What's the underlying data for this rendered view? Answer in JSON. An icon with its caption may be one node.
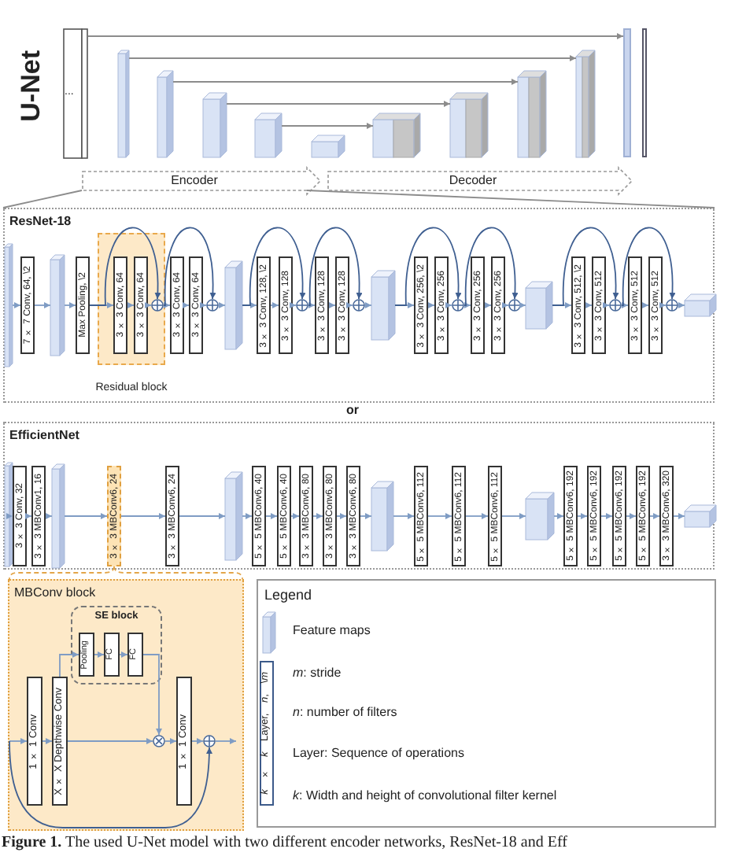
{
  "diagram": {
    "caption": "**Figure 1.** The used U-Net model with two different encoder networks, ResNet-18 and Eff",
    "nodes": [
      {
        "text": [
          "..."
        ]
      },
      {
        "text": [],
        "shape": "box"
      },
      {
        "text": [],
        "shape": "box"
      },
      {
        "text": [],
        "shape": "box"
      },
      {
        "text": [],
        "shape": "box"
      },
      {
        "text": [],
        "shape": "box"
      },
      {
        "text": [],
        "shape": "box"
      },
      {
        "text": [],
        "shape": "box"
      },
      {
        "text": [],
        "shape": "box"
      },
      {
        "text": [],
        "shape": "box"
      },
      {
        "text": [],
        "shape": "box"
      },
      {
        "text": [],
        "shape": "box"
      },
      {
        "text": [
          "Encoder"
        ]
      },
      {
        "text": [
          "Decoder"
        ]
      },
      {
        "text": [
          "ResNet-18"
        ]
      },
      {
        "text": [],
        "shape": "box",
        "in": 14
      },
      {
        "text": [
          "7 × 7 Conv, 64, \\2"
        ],
        "in": 14
      },
      {
        "text": [],
        "shape": "box",
        "in": 14
      },
      {
        "text": [
          "Max Pooling, \\2"
        ],
        "in": 14
      },
      {
        "text": [
          "Residual block"
        ],
        "in": 14
      },
      {
        "text": [
          "3 × 3 Conv, 64"
        ],
        "in": 19
      },
      {
        "text": [
          "3 × 3 Conv, 64"
        ],
        "in": 19
      },
      {
        "text": [],
        "shape": "circle",
        "in": 19
      },
      {
        "text": [
          "3 × 3 Conv, 64"
        ],
        "in": 14
      },
      {
        "text": [
          "3 × 3 Conv, 64"
        ],
        "in": 14
      },
      {
        "text": [],
        "shape": "circle",
        "in": 14
      },
      {
        "text": [],
        "shape": "box",
        "in": 14
      },
      {
        "text": [
          "3 × 3 Conv, 128, \\2"
        ],
        "in": 14
      },
      {
        "text": [
          "3 × 3 Conv, 128"
        ],
        "in": 14
      },
      {
        "text": [],
        "shape": "circle",
        "in": 14
      },
      {
        "text": [
          "3 × 3 Conv, 128"
        ],
        "in": 14
      },
      {
        "text": [
          "3 × 3 Conv, 128"
        ],
        "in": 14
      },
      {
        "text": [],
        "shape": "circle",
        "in": 14
      },
      {
        "text": [],
        "shape": "box",
        "in": 14
      },
      {
        "text": [
          "3 × 3 Conv, 256, \\2"
        ],
        "in": 14
      },
      {
        "text": [
          "3 × 3 Conv, 256"
        ],
        "in": 14
      },
      {
        "text": [],
        "shape": "circle",
        "in": 14
      },
      {
        "text": [
          "3 × 3 Conv, 256"
        ],
        "in": 14
      },
      {
        "text": [
          "3 × 3 Conv, 256"
        ],
        "in": 14
      },
      {
        "text": [],
        "shape": "circle",
        "in": 14
      },
      {
        "text": [],
        "shape": "box",
        "in": 14
      },
      {
        "text": [
          "3 × 3 Conv, 512, \\2"
        ],
        "in": 14
      },
      {
        "text": [
          "3 × 3 Conv, 512"
        ],
        "in": 14
      },
      {
        "text": [],
        "shape": "circle",
        "in": 14
      },
      {
        "text": [
          "3 × 3 Conv, 512"
        ],
        "in": 14
      },
      {
        "text": [
          "3 × 3 Conv, 512"
        ],
        "in": 14
      },
      {
        "text": [],
        "shape": "circle",
        "in": 14
      },
      {
        "text": [],
        "shape": "box",
        "in": 14
      },
      {
        "text": [
          "EfficientNet"
        ]
      },
      {
        "text": [],
        "shape": "box",
        "in": 48
      },
      {
        "text": [
          "3 × 3 Conv, 32"
        ],
        "in": 48
      },
      {
        "text": [
          "3 × 3 MBConv1, 16"
        ],
        "in": 48
      },
      {
        "text": [],
        "shape": "box",
        "in": 48
      },
      {
        "text": [
          "3 × 3 MBConv6, 24"
        ],
        "in": 48
      },
      {
        "text": [
          "3 × 3 MBConv6, 24"
        ],
        "in": 48
      },
      {
        "text": [],
        "shape": "box",
        "in": 48
      },
      {
        "text": [
          "5 × 5 MBConv6, 40"
        ],
        "in": 48
      },
      {
        "text": [
          "5 × 5 MBConv6, 40"
        ],
        "in": 48
      },
      {
        "text": [
          "3 × 3 MBConv6, 80"
        ],
        "in": 48
      },
      {
        "text": [
          "3 × 3 MBConv6, 80"
        ],
        "in": 48
      },
      {
        "text": [
          "3 × 3 MBConv6, 80"
        ],
        "in": 48
      },
      {
        "text": [],
        "shape": "box",
        "in": 48
      },
      {
        "text": [
          "5 × 5 MBConv6, 112"
        ],
        "in": 48
      },
      {
        "text": [
          "5 × 5 MBConv6, 112"
        ],
        "in": 48
      },
      {
        "text": [
          "5 × 5 MBConv6, 112"
        ],
        "in": 48
      },
      {
        "text": [],
        "shape": "box",
        "in": 48
      },
      {
        "text": [
          "5 × 5 MBConv6, 192"
        ],
        "in": 48
      },
      {
        "text": [
          "5 × 5 MBConv6, 192"
        ],
        "in": 48
      },
      {
        "text": [
          "5 × 5 MBConv6, 192"
        ],
        "in": 48
      },
      {
        "text": [
          "5 × 5 MBConv6, 192"
        ],
        "in": 48
      },
      {
        "text": [
          "3 × 3 MBConv6, 320"
        ],
        "in": 48
      },
      {
        "text": [],
        "shape": "box",
        "in": 48
      },
      {
        "text": [
          "MBConv block"
        ]
      },
      {
        "text": [
          "SE block"
        ],
        "in": 72
      },
      {
        "text": [
          "Pooling"
        ],
        "in": 73
      },
      {
        "text": [
          "FC"
        ],
        "in": 73
      },
      {
        "text": [
          "FC"
        ],
        "in": 73
      },
      {
        "text": [
          "1 × 1 Conv"
        ],
        "in": 72
      },
      {
        "text": [
          "X × X Depthwise Conv"
        ],
        "in": 72
      },
      {
        "text": [],
        "shape": "circle",
        "in": 72
      },
      {
        "text": [
          "1 × 1 Conv"
        ],
        "in": 72
      },
      {
        "text": [],
        "shape": "circle",
        "in": 72
      },
      {
        "text": [
          "Legend"
        ]
      },
      {
        "text": [
          "*k* × *k* Layer, *n*, \\*m*"
        ],
        "in": 82
      }
    ],
    "edges": [
      {
        "from": 0,
        "to": 10,
        "arrow": "to",
        "color": "#8c8c8c"
      },
      {
        "from": 1,
        "to": 9,
        "arrow": "to",
        "color": "#8c8c8c"
      },
      {
        "from": 2,
        "to": 8,
        "arrow": "to",
        "color": "#8c8c8c"
      },
      {
        "from": 3,
        "to": 7,
        "arrow": "to",
        "color": "#8c8c8c"
      },
      {
        "from": 4,
        "to": 6,
        "arrow": "to",
        "color": "#8c8c8c"
      },
      {
        "from": 12,
        "to": 14,
        "arrow": "none",
        "color": "#8c8c8c"
      },
      {
        "from": 12,
        "to": 14,
        "arrow": "none",
        "color": "#8c8c8c"
      },
      {
        "from": 15,
        "to": 16,
        "arrow": "to"
      },
      {
        "from": 16,
        "to": 17,
        "arrow": "to"
      },
      {
        "from": 17,
        "to": 18,
        "arrow": "to"
      },
      {
        "from": 18,
        "to": 20,
        "arrow": "to"
      },
      {
        "from": 20,
        "to": 21,
        "arrow": "to"
      },
      {
        "from": 21,
        "to": 22,
        "arrow": "to"
      },
      {
        "from": 22,
        "to": 23,
        "arrow": "to"
      },
      {
        "from": 23,
        "to": 24,
        "arrow": "to"
      },
      {
        "from": 24,
        "to": 25,
        "arrow": "to"
      },
      {
        "from": 25,
        "to": 26,
        "arrow": "to"
      },
      {
        "from": 26,
        "to": 27,
        "arrow": "to"
      },
      {
        "from": 27,
        "to": 28,
        "arrow": "to"
      },
      {
        "from": 28,
        "to": 29,
        "arrow": "to"
      },
      {
        "from": 29,
        "to": 30,
        "arrow": "to"
      },
      {
        "from": 30,
        "to": 31,
        "arrow": "to"
      },
      {
        "from": 31,
        "to": 32,
        "arrow": "to"
      },
      {
        "from": 32,
        "to": 33,
        "arrow": "to"
      },
      {
        "from": 33,
        "to": 34,
        "arrow": "to"
      },
      {
        "from": 34,
        "to": 35,
        "arrow": "to"
      },
      {
        "from": 35,
        "to": 36,
        "arrow": "to"
      },
      {
        "from": 36,
        "to": 37,
        "arrow": "to"
      },
      {
        "from": 37,
        "to": 38,
        "arrow": "to"
      },
      {
        "from": 38,
        "to": 39,
        "arrow": "to"
      },
      {
        "from": 39,
        "to": 40,
        "arrow": "to"
      },
      {
        "from": 40,
        "to": 41,
        "arrow": "to"
      },
      {
        "from": 41,
        "to": 42,
        "arrow": "to"
      },
      {
        "from": 42,
        "to": 43,
        "arrow": "to"
      },
      {
        "from": 43,
        "to": 44,
        "arrow": "to"
      },
      {
        "from": 44,
        "to": 45,
        "arrow": "to"
      },
      {
        "from": 45,
        "to": 46,
        "arrow": "to"
      },
      {
        "from": 46,
        "to": 47,
        "arrow": "to"
      },
      {
        "from": 18,
        "to": 22,
        "arrow": "to",
        "color": "#3f5f91"
      },
      {
        "from": 22,
        "to": 25,
        "arrow": "to",
        "color": "#3f5f91"
      },
      {
        "from": 26,
        "to": 29,
        "arrow": "to",
        "color": "#3f5f91"
      },
      {
        "from": 29,
        "to": 32,
        "arrow": "to",
        "color": "#3f5f91"
      },
      {
        "from": 33,
        "to": 36,
        "arrow": "to",
        "color": "#3f5f91"
      },
      {
        "from": 36,
        "to": 39,
        "arrow": "to",
        "color": "#3f5f91"
      },
      {
        "from": 40,
        "to": 43,
        "arrow": "to",
        "color": "#3f5f91"
      },
      {
        "from": 43,
        "to": 46,
        "arrow": "to",
        "color": "#3f5f91"
      },
      {
        "from": 49,
        "to": 50,
        "arrow": "to"
      },
      {
        "from": 50,
        "to": 51,
        "arrow": "to"
      },
      {
        "from": 51,
        "to": 52,
        "arrow": "to"
      },
      {
        "from": 52,
        "to": 53,
        "arrow": "to"
      },
      {
        "from": 53,
        "to": 54,
        "arrow": "to"
      },
      {
        "from": 54,
        "to": 55,
        "arrow": "to"
      },
      {
        "from": 55,
        "to": 56,
        "arrow": "to"
      },
      {
        "from": 56,
        "to": 57,
        "arrow": "to"
      },
      {
        "from": 57,
        "to": 58,
        "arrow": "to"
      },
      {
        "from": 58,
        "to": 59,
        "arrow": "to"
      },
      {
        "from": 59,
        "to": 60,
        "arrow": "to"
      },
      {
        "from": 60,
        "to": 61,
        "arrow": "to"
      },
      {
        "from": 61,
        "to": 62,
        "arrow": "to"
      },
      {
        "from": 62,
        "to": 63,
        "arrow": "to"
      },
      {
        "from": 63,
        "to": 64,
        "arrow": "to"
      },
      {
        "from": 64,
        "to": 65,
        "arrow": "to"
      },
      {
        "from": 65,
        "to": 66,
        "arrow": "to"
      },
      {
        "from": 66,
        "to": 67,
        "arrow": "to"
      },
      {
        "from": 67,
        "to": 68,
        "arrow": "to"
      },
      {
        "from": 68,
        "to": 69,
        "arrow": "to"
      },
      {
        "from": 69,
        "to": 70,
        "arrow": "to"
      },
      {
        "from": 70,
        "to": 71,
        "arrow": "to"
      },
      {
        "from": 53,
        "to": 72,
        "arrow": "none",
        "style": "dashed",
        "color": "#e3a548"
      },
      {
        "from": null,
        "to": 77,
        "arrow": "to"
      },
      {
        "from": 77,
        "to": 78,
        "arrow": "to"
      },
      {
        "from": 78,
        "to": 79,
        "arrow": "to"
      },
      {
        "from": 78,
        "to": 74,
        "arrow": "to"
      },
      {
        "from": 74,
        "to": 75,
        "arrow": "to"
      },
      {
        "from": 75,
        "to": 76,
        "arrow": "to"
      },
      {
        "from": 76,
        "to": 79,
        "arrow": "to"
      },
      {
        "from": 79,
        "to": 80,
        "arrow": "to"
      },
      {
        "from": 80,
        "to": 81,
        "arrow": "to"
      },
      {
        "from": 81,
        "to": null,
        "arrow": "to"
      },
      {
        "from": null,
        "to": 81,
        "arrow": "to",
        "color": "#3f5f91"
      }
    ],
    "labels": [
      "U-Net",
      "or"
    ],
    "legend": [
      {
        "text": "Feature maps"
      },
      {
        "text": "*m*: stride"
      },
      {
        "text": "*n*: number of filters"
      },
      {
        "text": "Layer: Sequence of operations"
      },
      {
        "text": "*k*: Width and height of convolutional filter kernel"
      }
    ]
  }
}
